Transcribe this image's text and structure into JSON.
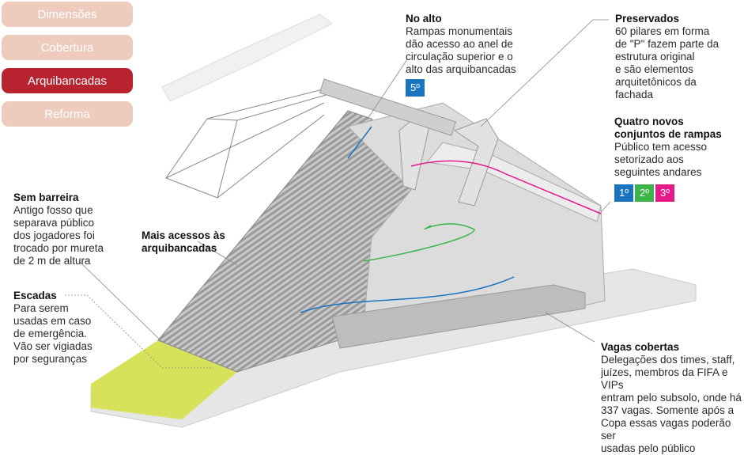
{
  "tabs": [
    {
      "label": "Dimensões",
      "active": false
    },
    {
      "label": "Cobertura",
      "active": false
    },
    {
      "label": "Arquibancadas",
      "active": true
    },
    {
      "label": "Reforma",
      "active": false
    }
  ],
  "colors": {
    "active_tab": "#b7242f",
    "inactive_tab": "#eecbbd",
    "floor1": "#1a73c0",
    "floor2": "#3bb54a",
    "floor3": "#e6198a",
    "floor5": "#1a73c0",
    "grass": "#d7e25a"
  },
  "annotations": {
    "no_alto": {
      "title": "No alto",
      "lines": [
        "Rampas monumentais",
        "dão acesso ao anel de",
        "circulação superior e o",
        "alto das arquibancadas"
      ],
      "badge": "5º"
    },
    "preservados": {
      "title": "Preservados",
      "lines": [
        "60 pilares em forma",
        "de \"P\" fazem parte da",
        "estrutura original",
        "e são elementos",
        "arquitetônicos da",
        "fachada"
      ]
    },
    "quatro_novos": {
      "title_lines": [
        "Quatro novos",
        "conjuntos de rampas"
      ],
      "lines": [
        "Público tem acesso",
        "setorizado aos",
        "seguintes andares"
      ],
      "badges": [
        "1º",
        "2º",
        "3º"
      ]
    },
    "sem_barreira": {
      "title": "Sem barreira",
      "lines": [
        "Antigo fosso  que",
        "separava público",
        "dos jogadores foi",
        "trocado por mureta",
        "de 2 m de altura"
      ]
    },
    "mais_acessos": {
      "title_lines": [
        "Mais acessos às",
        "arquibancadas"
      ]
    },
    "escadas": {
      "title": "Escadas",
      "lines": [
        "Para serem",
        "usadas em caso",
        "de emergência.",
        "Vão ser vigiadas",
        "por seguranças"
      ]
    },
    "vagas": {
      "title": "Vagas cobertas",
      "lines": [
        "Delegações dos times, staff,",
        "juízes, membros da FIFA e VIPs",
        "entram pelo subsolo, onde há",
        "337 vagas. Somente após a",
        "Copa essas vagas poderão ser",
        "usadas pelo público"
      ]
    }
  }
}
